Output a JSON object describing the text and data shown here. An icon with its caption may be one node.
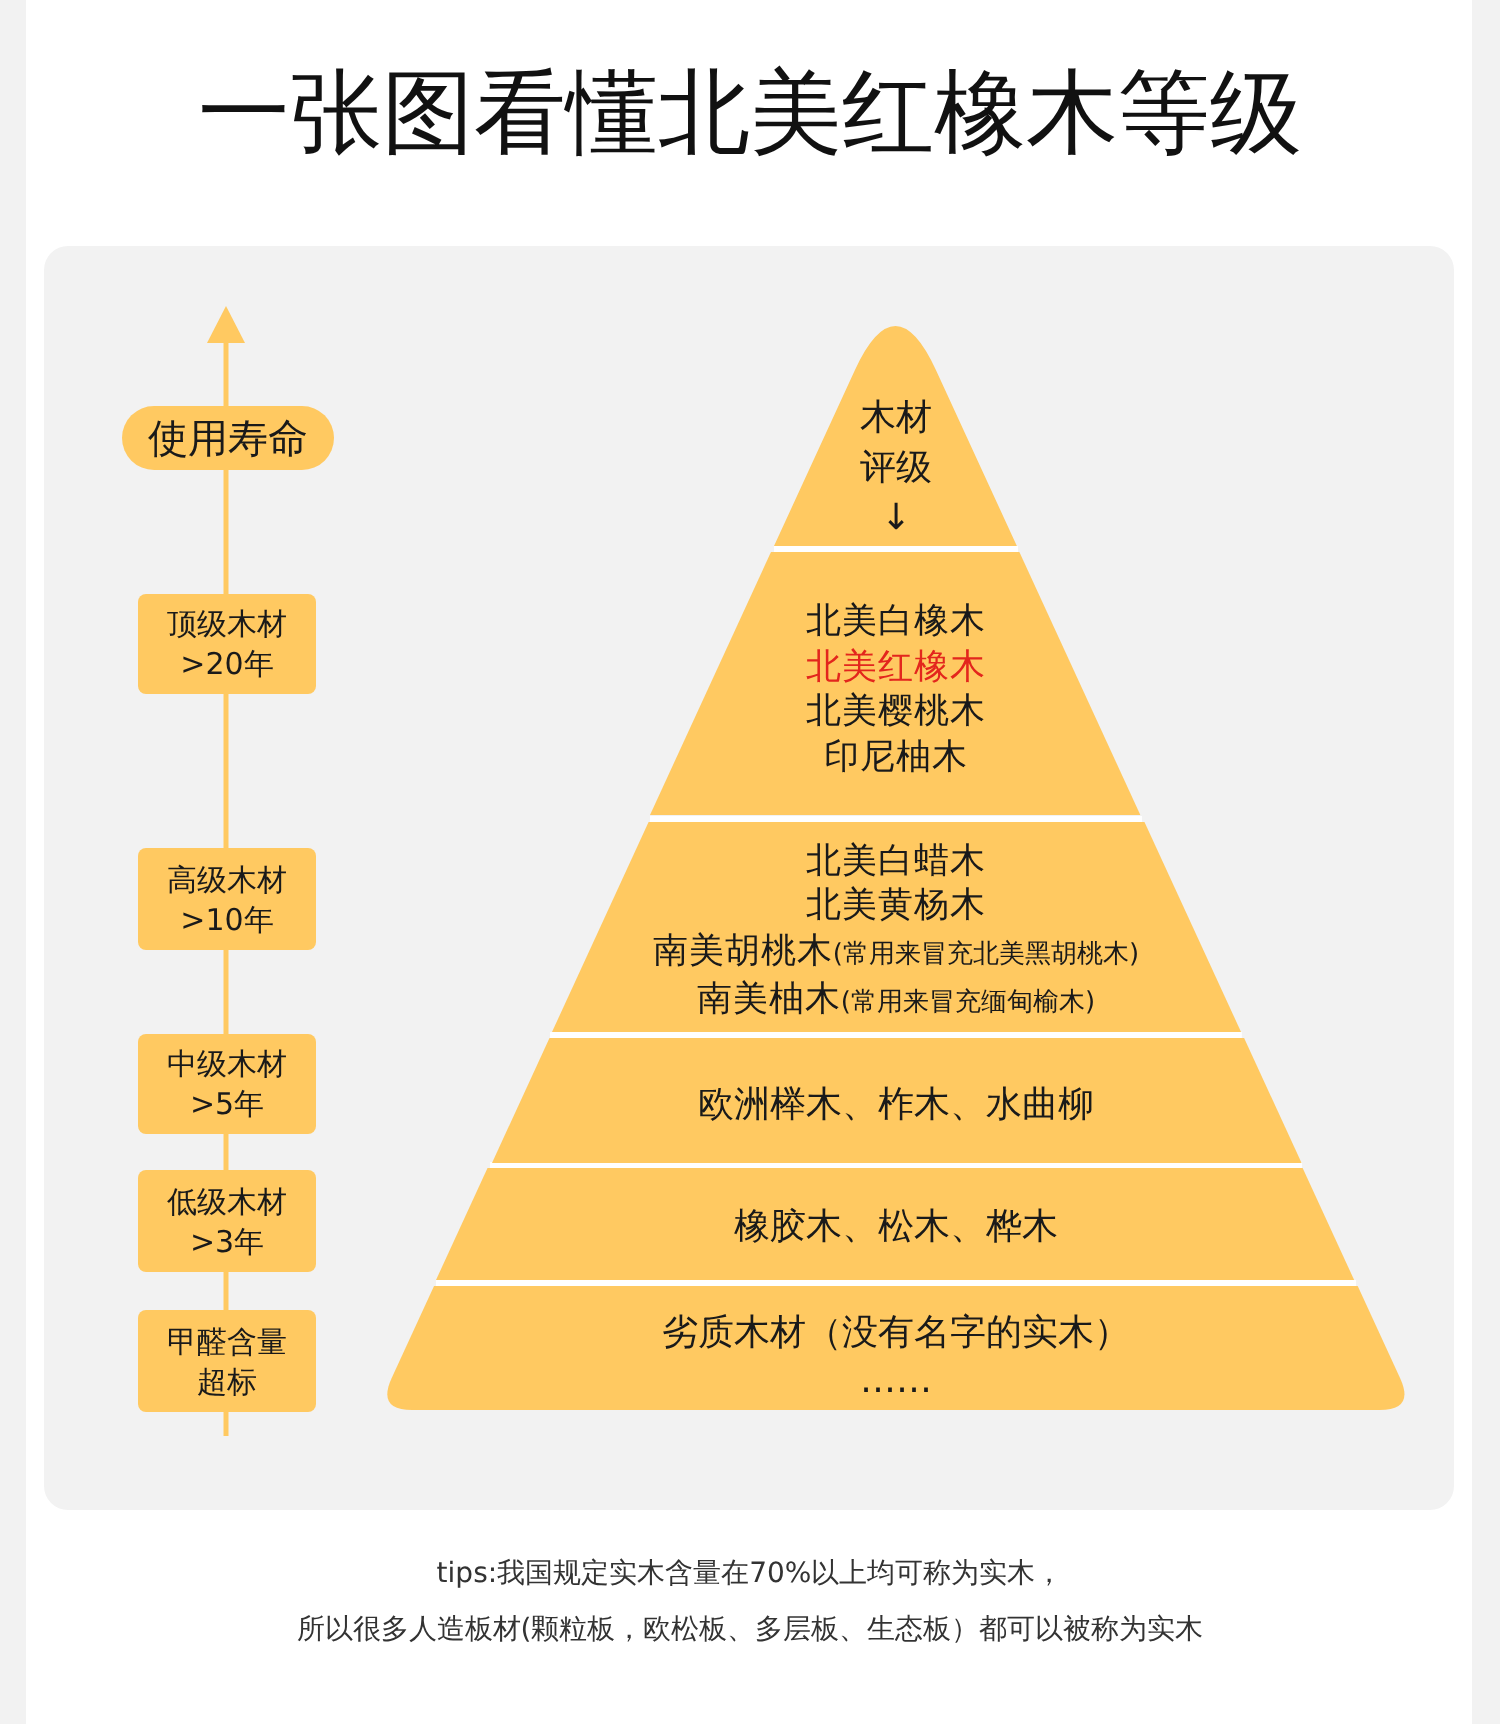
{
  "diagram": {
    "title": "一张图看懂北美红橡木等级",
    "nodes": [
      {
        "text": [
          "木材评级",
          "↓"
        ]
      },
      {
        "text": [
          "北美白橡木",
          "北美红橡木",
          "北美樱桃木",
          "印尼柚木"
        ]
      },
      {
        "text": [
          "北美白蜡木",
          "北美黄杨木",
          "南美胡桃木",
          "(常用来冒充北美黑胡桃木)",
          "南美柚木",
          "(常用来冒充缅甸榆木)"
        ]
      },
      {
        "text": [
          "欧洲榉木、柞木、水曲柳"
        ]
      },
      {
        "text": [
          "橡胶木、松木、桦木"
        ]
      },
      {
        "text": [
          "劣质木材（没有名字的实木）",
          "……"
        ]
      },
      {
        "text": [
          "使用寿命"
        ]
      },
      {
        "text": [
          "顶级木材",
          ">20年"
        ]
      },
      {
        "text": [
          "高级木材",
          ">10年"
        ]
      },
      {
        "text": [
          "中级木材",
          ">5年"
        ]
      },
      {
        "text": [
          "低级木材",
          ">3年"
        ]
      },
      {
        "text": [
          "甲醛含量超标"
        ]
      }
    ],
    "labels": [
      "tips:我国规定实木含量在70%以上均可称为实木，",
      "所以很多人造板材(颗粒板，欧松板、多层板、生态板）都可以被称为实木"
    ]
  }
}
